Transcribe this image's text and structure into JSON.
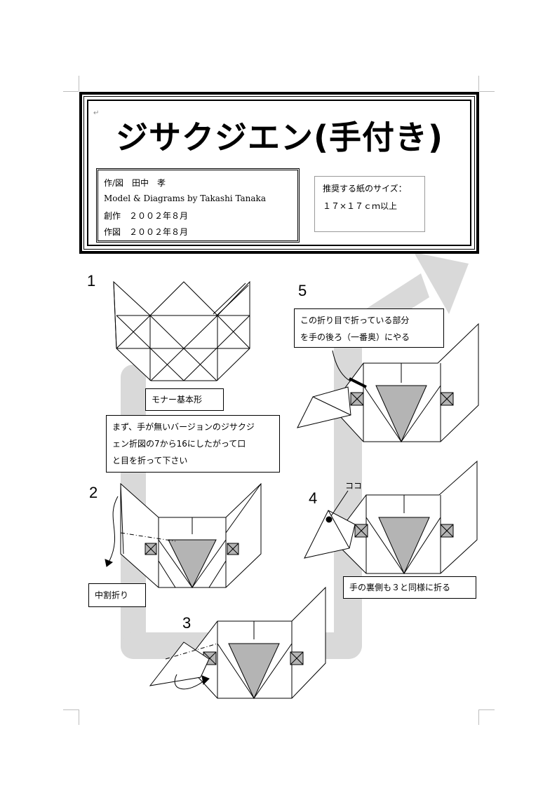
{
  "title": "ジサクジエン(手付き)",
  "credits": {
    "line1": "作/図　田中　孝",
    "line2": "Model & Diagrams by Takashi Tanaka",
    "line3": "創作　２００２年８月",
    "line4": "作図　２００２年８月"
  },
  "paper_size": {
    "line1": "推奨する紙のサイズ：",
    "line2": "１７×１７ｃｍ以上"
  },
  "paragraph_mark": "↵",
  "steps": [
    {
      "number": "1"
    },
    {
      "number": "2"
    },
    {
      "number": "3"
    },
    {
      "number": "4"
    },
    {
      "number": "5"
    }
  ],
  "labels": {
    "base": "モナー基本形",
    "intro_line1": "まず、手が無いバージョンのジサクジ",
    "intro_line2": "ェン折図の7から16にしたがって口",
    "intro_line3": "と目を折って下さい",
    "inside_reverse": "中割折り",
    "step4_note": "手の裏側も３と同様に折る",
    "step4_here": "ココ",
    "step5_line1": "この折り目で折っている部分",
    "step5_line2": "を手の後ろ（一番奥）にやる"
  },
  "colors": {
    "arrow_gray": "#d9d9d9",
    "fill_gray": "#b4b4b4",
    "crop_mark": "#bdbdbd"
  }
}
